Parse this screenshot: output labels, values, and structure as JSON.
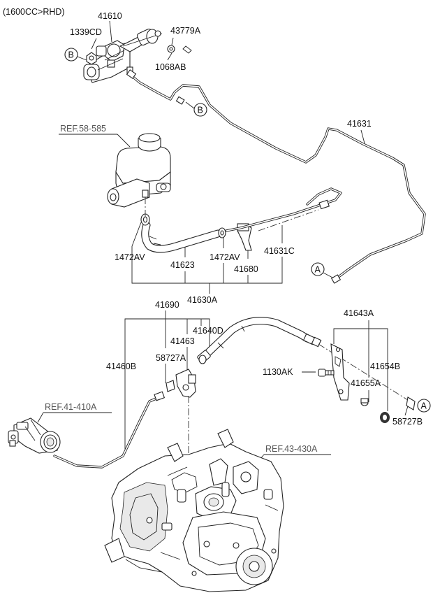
{
  "variant": "(1600CC>RHD)",
  "labels": {
    "p41610": "41610",
    "p1339CD": "1339CD",
    "p43779A": "43779A",
    "p1068AB": "1068AB",
    "p41631": "41631",
    "ref58585": "REF.58-585",
    "p1472AV_left": "1472AV",
    "p41623": "41623",
    "p1472AV_right": "1472AV",
    "p41680": "41680",
    "p41631C": "41631C",
    "p41630A": "41630A",
    "p41690": "41690",
    "p41643A": "41643A",
    "p41640D": "41640D",
    "p41463": "41463",
    "p58727A": "58727A",
    "p41460B": "41460B",
    "p1130AK": "1130AK",
    "p41654B": "41654B",
    "p41655A": "41655A",
    "p58727B": "58727B",
    "ref41410A": "REF.41-410A",
    "ref43430A": "REF.43-430A"
  },
  "callouts": {
    "B_left": "B",
    "B_mid": "B",
    "A_left": "A",
    "A_right": "A"
  }
}
